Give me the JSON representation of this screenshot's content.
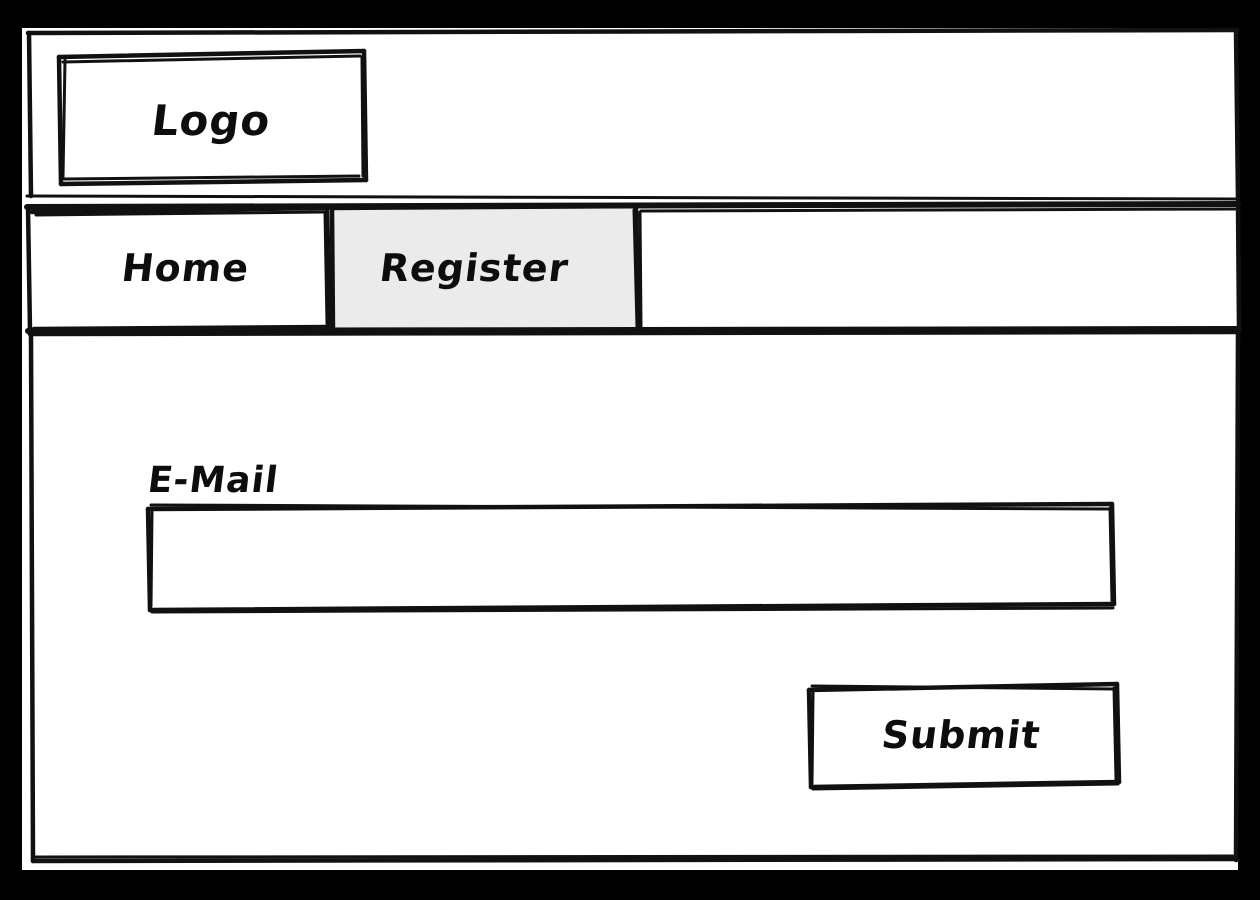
{
  "page": {
    "kind": "wireframe-mockup",
    "frame_color": "#000000",
    "paper_color": "#ffffff",
    "stroke_color": "#111111",
    "active_tab_fill": "#ebebeb"
  },
  "header": {
    "logo": {
      "label": "Logo",
      "icon": "logo-placeholder-box"
    }
  },
  "nav": {
    "tabs": [
      {
        "label": "Home",
        "active": false
      },
      {
        "label": "Register",
        "active": true
      },
      {
        "label": "",
        "active": false
      }
    ]
  },
  "main": {
    "form": {
      "fields": [
        {
          "label": "E-Mail",
          "type": "text",
          "value": "",
          "placeholder": ""
        }
      ],
      "actions": [
        {
          "label": "Submit",
          "role": "primary"
        }
      ]
    }
  }
}
